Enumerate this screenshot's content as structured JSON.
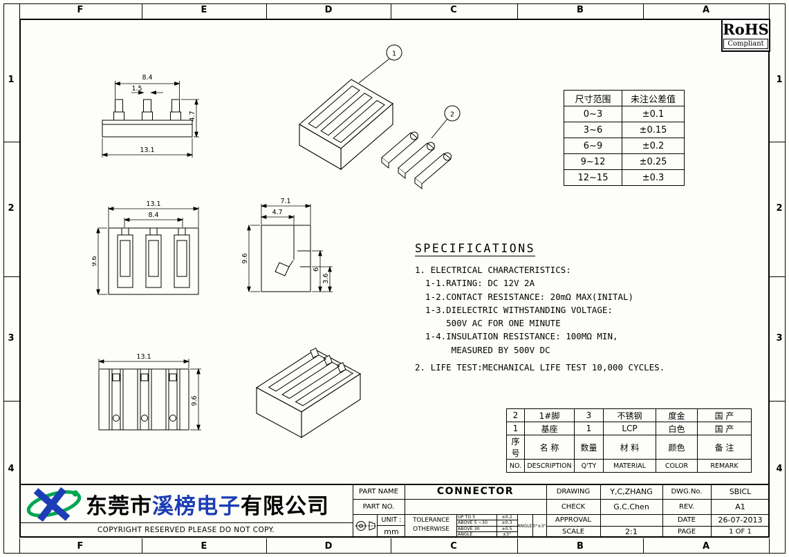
{
  "sheet": {
    "grid_cols": [
      "F",
      "E",
      "D",
      "C",
      "B",
      "A"
    ],
    "grid_rows": [
      "1",
      "2",
      "3",
      "4"
    ]
  },
  "rohs": {
    "title": "RoHS",
    "subtitle": "Compliant"
  },
  "tolerance_table": {
    "header_range": "尺寸范围",
    "header_tol": "未注公差值",
    "rows": [
      {
        "range": "0~3",
        "tol": "±0.1"
      },
      {
        "range": "3~6",
        "tol": "±0.15"
      },
      {
        "range": "6~9",
        "tol": "±0.2"
      },
      {
        "range": "9~12",
        "tol": "±0.25"
      },
      {
        "range": "12~15",
        "tol": "±0.3"
      }
    ]
  },
  "specs": {
    "title": "SPECIFICATIONS",
    "lines": [
      "1. ELECTRICAL CHARACTERISTICS:",
      "  1-1.RATING: DC 12V 2A",
      "  1-2.CONTACT RESISTANCE: 20mΩ MAX(INITAL)",
      "  1-3.DIELECTRIC WITHSTANDING VOLTAGE:",
      "      500V AC FOR ONE MINUTE",
      "  1-4.INSULATION RESISTANCE: 100MΩ MIN,",
      "       MEASURED BY 500V DC",
      "2. LIFE TEST:MECHANICAL LIFE TEST 10,000 CYCLES."
    ]
  },
  "drawing": {
    "balloon_1": "1",
    "balloon_2": "2",
    "dims": {
      "pins_span": "8.4",
      "pin_width": "1.5",
      "front_height": "4.7",
      "total_width": "13.1",
      "body_depth": "9.6",
      "side_width": "7.1",
      "side_inner": "4.7",
      "latch_height": "6",
      "latch_inner": "3.6"
    }
  },
  "bom": {
    "rows": [
      {
        "no": "2",
        "desc": "1#脚",
        "qty": "3",
        "material": "不锈钢",
        "color": "度金",
        "remark": "国 产"
      },
      {
        "no": "1",
        "desc": "基座",
        "qty": "1",
        "material": "LCP",
        "color": "白色",
        "remark": "国 产"
      },
      {
        "no": "序号",
        "desc": "名 称",
        "qty": "数量",
        "material": "材 料",
        "color": "颜色",
        "remark": "备 注"
      },
      {
        "no": "NO.",
        "desc": "DESCRIPTION",
        "qty": "Q'TY",
        "material": "MATERIAL",
        "color": "COLOR",
        "remark": "REMARK"
      }
    ]
  },
  "title_block": {
    "company_prefix": "东莞市",
    "company_brand": "溪榜电子",
    "company_suffix": "有限公司",
    "copyright": "COPYRIGHT  RESERVED PLEASE  DO  NOT  COPY.",
    "part_name_label": "PART NAME",
    "part_name_value": "CONNECTOR",
    "part_no_label": "PART NO.",
    "part_no_value": "",
    "unit_label": "UNIT :",
    "unit_value": "mm",
    "tolerance_label": "TOLERANCE",
    "otherwise_label": "OTHERWISE",
    "tol_rows": [
      {
        "range": "UP TO 5",
        "tol": "±0.2"
      },
      {
        "range": "ABOVE 5 ~30",
        "tol": "±0.3"
      },
      {
        "range": "ABOVE 30",
        "tol": "±0.5"
      },
      {
        "range": "ANGLE",
        "tol": "±3°"
      }
    ],
    "angle_label": "ANGLE",
    "angle_value": "0°±3°",
    "drawing_label": "DRAWING",
    "drawing_value": "Y,C,ZHANG",
    "check_label": "CHECK",
    "check_value": "G.C.Chen",
    "approval_label": "APPROVAL",
    "approval_value": "",
    "scale_label": "SCALE",
    "scale_value": "2:1",
    "dwg_no_label": "DWG.No.",
    "dwg_no_value": "SBICL",
    "rev_label": "REV.",
    "rev_value": "A1",
    "date_label": "DATE",
    "date_value": "26-07-2013",
    "page_label": "PAGE",
    "page_value": "1 OF 1"
  },
  "colors": {
    "logo_blue": "#1b3db5",
    "logo_green": "#00a651",
    "line_black": "#000000"
  }
}
